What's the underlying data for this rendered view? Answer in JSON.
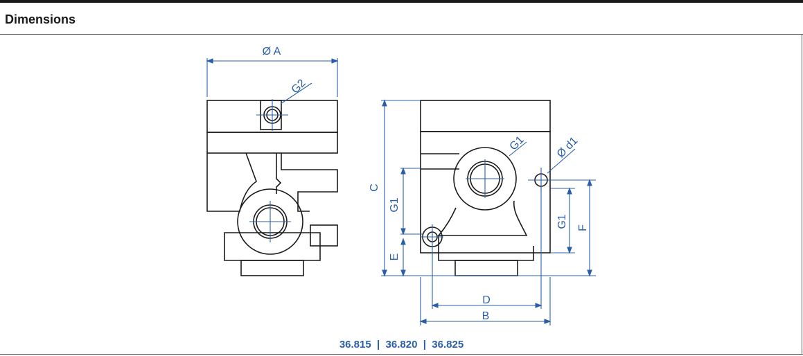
{
  "header": {
    "title": "Dimensions"
  },
  "labels": {
    "dia_a": "Ø A",
    "g2": "G2",
    "c": "C",
    "g1_left": "G1",
    "e": "E",
    "g1_top": "G1",
    "dia_d1": "Ø d1",
    "g1_right": "G1",
    "f": "F",
    "d": "D",
    "b": "B"
  },
  "models": "36.815  |  36.820  |  36.825",
  "colors": {
    "dimension": "#2a5fa8",
    "outline": "#1a1a1a"
  }
}
